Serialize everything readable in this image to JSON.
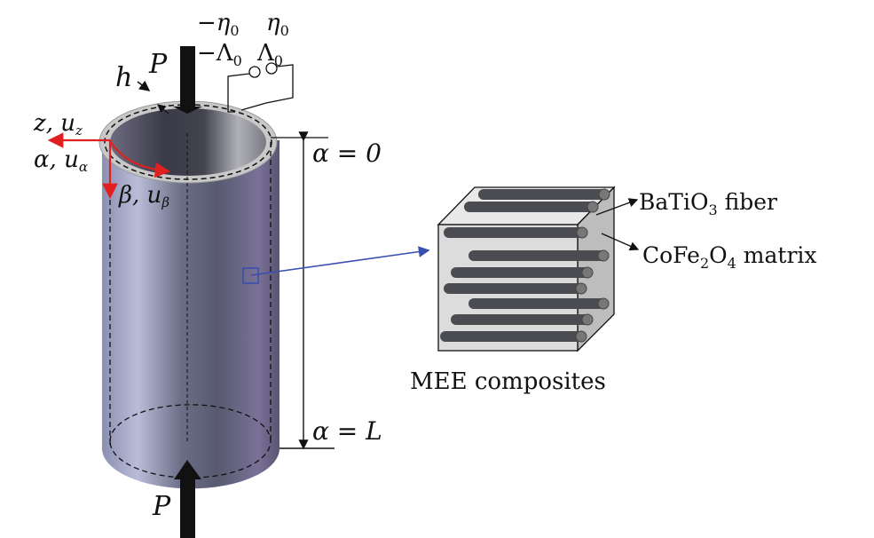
{
  "diagram": {
    "top_load": {
      "label": "P"
    },
    "bottom_load": {
      "label": "P"
    },
    "thickness": {
      "label": "h"
    },
    "potentials": {
      "left_electric": "−η",
      "left_electric_sub": "0",
      "right_electric": "η",
      "right_electric_sub": "0",
      "left_magnetic": "−Λ",
      "left_magnetic_sub": "0",
      "right_magnetic": "Λ",
      "right_magnetic_sub": "0"
    },
    "axes": {
      "z": {
        "label": "z, u",
        "sub": "z"
      },
      "alpha": {
        "label": "α, u",
        "sub": "α"
      },
      "beta": {
        "label": "β, u",
        "sub": "β"
      }
    },
    "dimension": {
      "top": "α = 0",
      "bottom": "α = L"
    },
    "composite": {
      "fiber_label": "BaTiO",
      "fiber_sub": "3",
      "fiber_suffix": " fiber",
      "matrix_label": "CoFe",
      "matrix_sub1": "2",
      "matrix_mid": "O",
      "matrix_sub2": "4",
      "matrix_suffix": " matrix",
      "caption": "MEE composites"
    },
    "colors": {
      "axis_arrow": "#e02020",
      "zoom_link": "#3a4fb0",
      "fiber": "#4a4c52",
      "matrix": "#d9d9d9"
    }
  }
}
